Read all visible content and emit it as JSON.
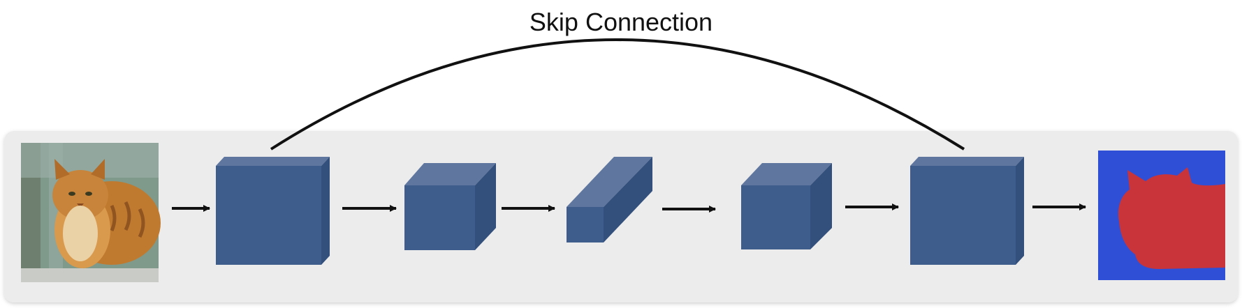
{
  "skip_connection": {
    "label": "Skip Connection"
  },
  "colors": {
    "panel": "#ececec",
    "cube_front": "#3e5c8c",
    "cube_top": "#5f769f",
    "cube_side": "#33507c",
    "arrow": "#111111",
    "seg_background": "#2f4fd6",
    "seg_foreground": "#c9343a",
    "cat_fur": "#c07a30"
  },
  "nodes": [
    {
      "name": "input-image",
      "kind": "photo",
      "icon": "cat-photo-icon"
    },
    {
      "name": "encoder-block-1",
      "kind": "cube"
    },
    {
      "name": "encoder-block-2",
      "kind": "cube"
    },
    {
      "name": "bottleneck-block",
      "kind": "cube"
    },
    {
      "name": "decoder-block-1",
      "kind": "cube"
    },
    {
      "name": "decoder-block-2",
      "kind": "cube"
    },
    {
      "name": "segmentation-mask",
      "kind": "mask",
      "icon": "segmentation-mask-icon"
    }
  ]
}
